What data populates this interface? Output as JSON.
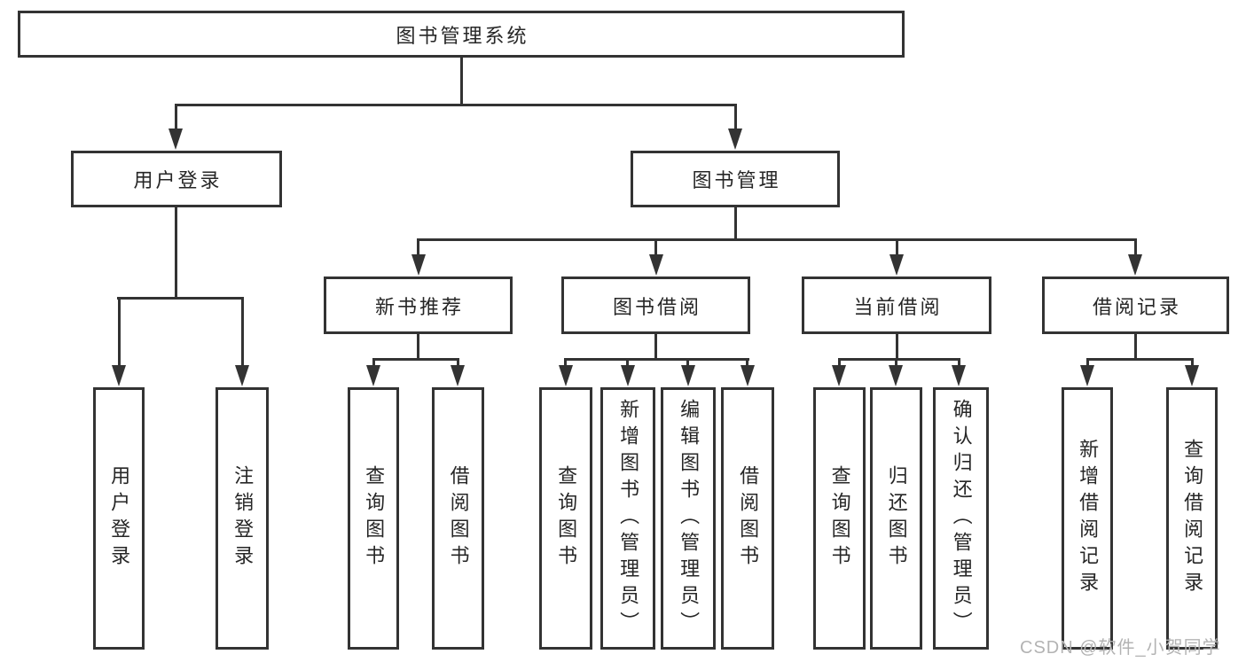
{
  "diagram_title": "图书管理系统",
  "colors": {
    "line": "#333333",
    "text": "#262626",
    "watermark": "#b3b3b3",
    "background": "#ffffff"
  },
  "tree": {
    "label": "图书管理系统",
    "children": [
      {
        "label": "用户登录",
        "children": [
          {
            "label": "用户登录"
          },
          {
            "label": "注销登录"
          }
        ]
      },
      {
        "label": "图书管理",
        "children": [
          {
            "label": "新书推荐",
            "children": [
              {
                "label": "查询图书"
              },
              {
                "label": "借阅图书"
              }
            ]
          },
          {
            "label": "图书借阅",
            "children": [
              {
                "label": "查询图书"
              },
              {
                "label": "新增图书（管理员）"
              },
              {
                "label": "编辑图书（管理员）"
              },
              {
                "label": "借阅图书"
              }
            ]
          },
          {
            "label": "当前借阅",
            "children": [
              {
                "label": "查询图书"
              },
              {
                "label": "归还图书"
              },
              {
                "label": "确认归还（管理员）"
              }
            ]
          },
          {
            "label": "借阅记录",
            "children": [
              {
                "label": "新增借阅记录"
              },
              {
                "label": "查询借阅记录"
              }
            ]
          }
        ]
      }
    ]
  },
  "watermark": {
    "text": "CSDN @软件_小贺同学"
  }
}
